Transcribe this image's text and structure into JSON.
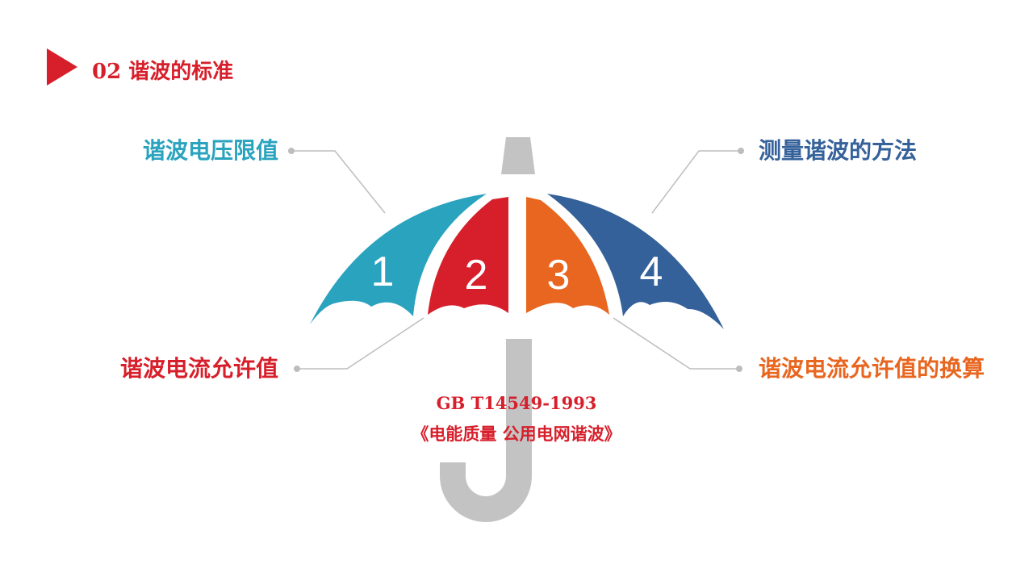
{
  "header": {
    "title": "02 谐波的标准"
  },
  "segments": [
    {
      "number": "1",
      "label": "谐波电压限值",
      "color": "#2aa3bf"
    },
    {
      "number": "2",
      "label": "谐波电流允许值",
      "color": "#d71f2b"
    },
    {
      "number": "3",
      "label": "谐波电流允许值的换算",
      "color": "#e8661f"
    },
    {
      "number": "4",
      "label": "测量谐波的方法",
      "color": "#35619a"
    }
  ],
  "standard": {
    "code": "GB T14549-1993",
    "title": "《电能质量 公用电网谐波》"
  },
  "colors": {
    "accent": "#d71f2b",
    "handle": "#c3c3c3",
    "connector": "#bdbdbd",
    "background": "#ffffff"
  }
}
